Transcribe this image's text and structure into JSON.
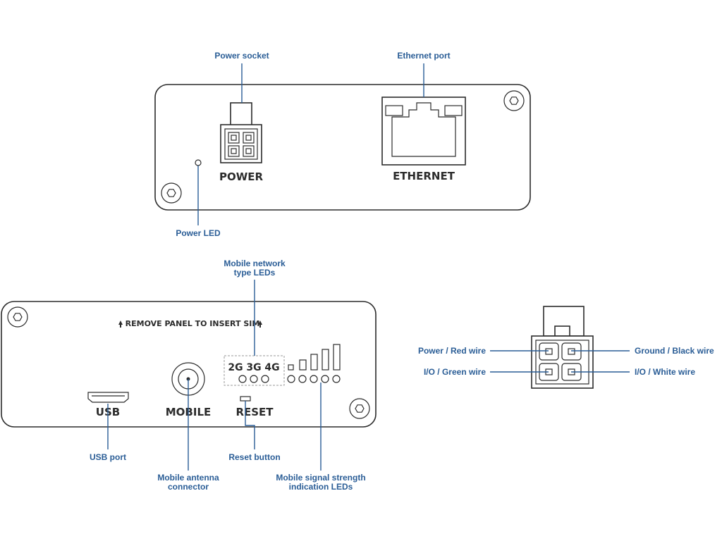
{
  "top_panel": {
    "power_label": "POWER",
    "ethernet_label": "ETHERNET"
  },
  "bottom_panel": {
    "sim_notice": "REMOVE PANEL TO INSERT SIM",
    "usb_label": "USB",
    "mobile_label": "MOBILE",
    "reset_label": "RESET",
    "network_types": [
      "2G",
      "3G",
      "4G"
    ]
  },
  "callouts": {
    "power_socket": "Power socket",
    "ethernet_port": "Ethernet port",
    "power_led": "Power LED",
    "network_type_leds_line1": "Mobile network",
    "network_type_leds_line2": "type LEDs",
    "usb_port": "USB port",
    "antenna_line1": "Mobile antenna",
    "antenna_line2": "connector",
    "reset_button": "Reset button",
    "signal_line1": "Mobile signal strength",
    "signal_line2": "indication LEDs"
  },
  "connector": {
    "power_red": "Power / Red wire",
    "ground_black": "Ground / Black wire",
    "io_green": "I/O / Green wire",
    "io_white": "I/O / White wire"
  }
}
